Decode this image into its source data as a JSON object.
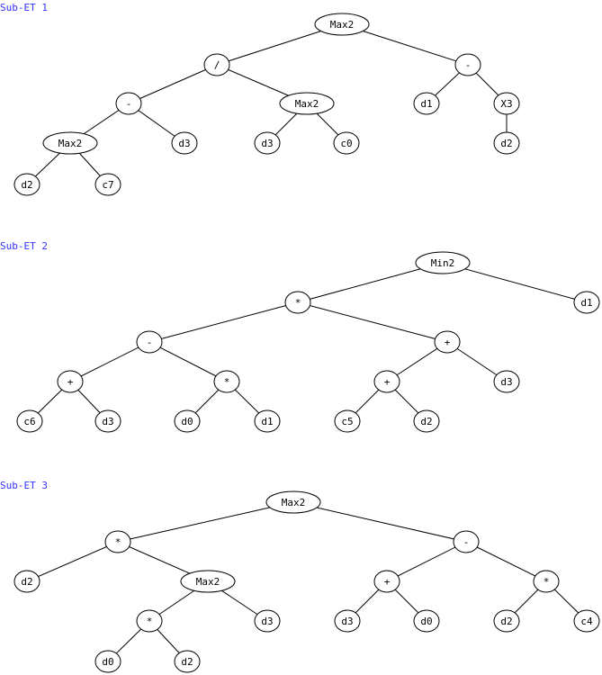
{
  "trees": [
    {
      "title": "Sub-ET 1",
      "root": {
        "label": "Max2",
        "children": [
          {
            "label": "/",
            "children": [
              {
                "label": "-",
                "children": [
                  {
                    "label": "Max2",
                    "children": [
                      {
                        "label": "d2"
                      },
                      {
                        "label": "c7"
                      }
                    ]
                  },
                  {
                    "label": "d3"
                  }
                ]
              },
              {
                "label": "Max2",
                "children": [
                  {
                    "label": "d3"
                  },
                  {
                    "label": "c0"
                  }
                ]
              }
            ]
          },
          {
            "label": "-",
            "children": [
              {
                "label": "d1"
              },
              {
                "label": "X3",
                "children": [
                  {
                    "label": "d2"
                  }
                ]
              }
            ]
          }
        ]
      }
    },
    {
      "title": "Sub-ET 2",
      "root": {
        "label": "Min2",
        "children": [
          {
            "label": "*",
            "children": [
              {
                "label": "-",
                "children": [
                  {
                    "label": "+",
                    "children": [
                      {
                        "label": "c6"
                      },
                      {
                        "label": "d3"
                      }
                    ]
                  },
                  {
                    "label": "*",
                    "children": [
                      {
                        "label": "d0"
                      },
                      {
                        "label": "d1"
                      }
                    ]
                  }
                ]
              },
              {
                "label": "+",
                "children": [
                  {
                    "label": "+",
                    "children": [
                      {
                        "label": "c5"
                      },
                      {
                        "label": "d2"
                      }
                    ]
                  },
                  {
                    "label": "d3"
                  }
                ]
              }
            ]
          },
          {
            "label": "d1"
          }
        ]
      }
    },
    {
      "title": "Sub-ET 3",
      "root": {
        "label": "Max2",
        "children": [
          {
            "label": "*",
            "children": [
              {
                "label": "d2"
              },
              {
                "label": "Max2",
                "children": [
                  {
                    "label": "*",
                    "children": [
                      {
                        "label": "d0"
                      },
                      {
                        "label": "d2"
                      }
                    ]
                  },
                  {
                    "label": "d3"
                  }
                ]
              }
            ]
          },
          {
            "label": "-",
            "children": [
              {
                "label": "+",
                "children": [
                  {
                    "label": "d3"
                  },
                  {
                    "label": "d0"
                  }
                ]
              },
              {
                "label": "*",
                "children": [
                  {
                    "label": "d2"
                  },
                  {
                    "label": "c4"
                  }
                ]
              }
            ]
          }
        ]
      }
    }
  ]
}
